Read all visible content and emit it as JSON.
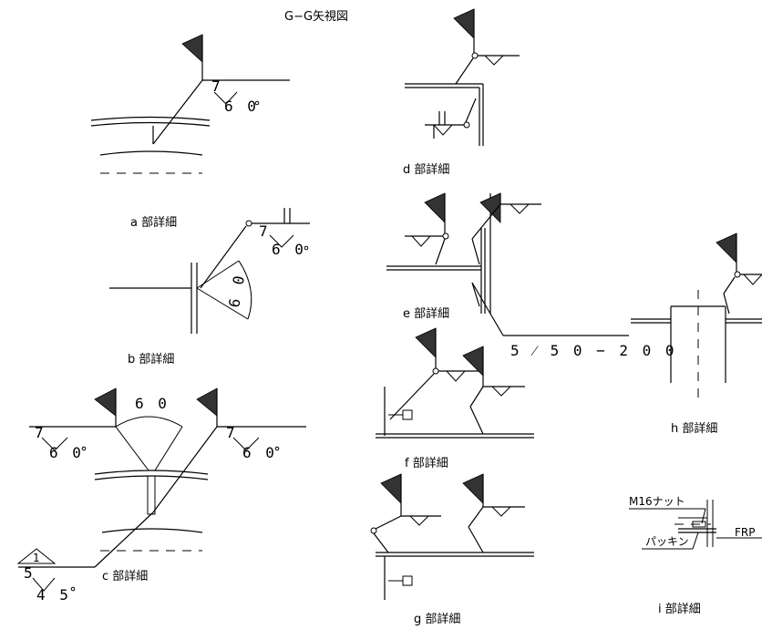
{
  "title": "G−G矢視図",
  "details": {
    "a": "a 部詳細",
    "b": "b 部詳細",
    "c": "c 部詳細",
    "d": "d 部詳細",
    "e": "e 部詳細",
    "f": "f 部詳細",
    "g": "g 部詳細",
    "h": "h 部詳細",
    "i": "i 部詳細"
  },
  "weld": {
    "a_top": "7",
    "a_bottom": "6 0",
    "b_top": "7",
    "b_bottom": "6 0",
    "b_angle": "6 0",
    "c_angle": "6 0",
    "c_left_top": "7",
    "c_left_bottom": "6 0",
    "c_right_top": "7",
    "c_right_bottom": "6 0",
    "c_tri": "1",
    "c_low_top": "5",
    "c_low_bottom": "4 5",
    "e_spec": "5 ⁄ 5 0 − 2 0 0"
  },
  "i_labels": {
    "nut": "M16ナット",
    "packing": "パッキン",
    "frp": "FRP"
  }
}
